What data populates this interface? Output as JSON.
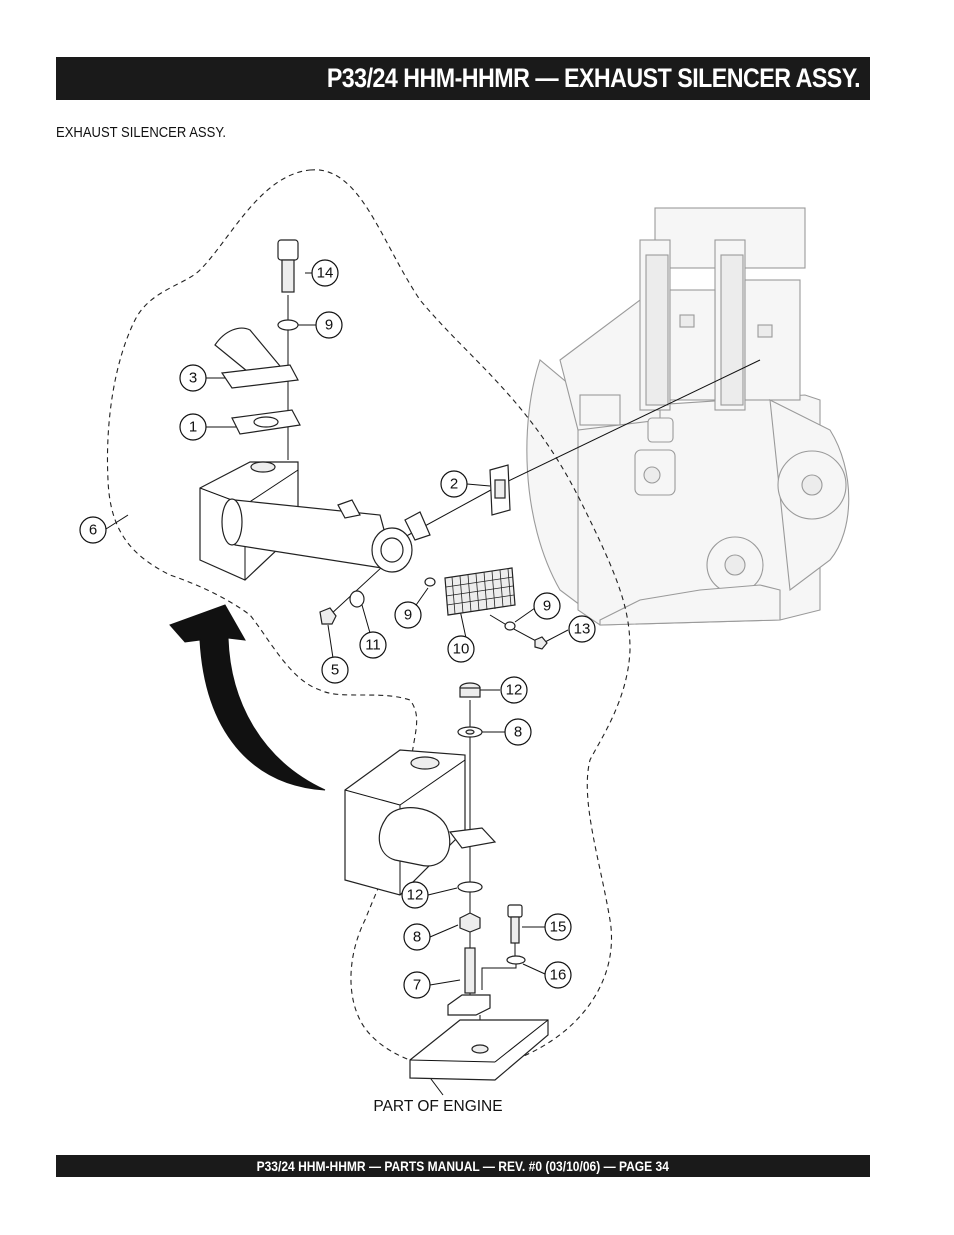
{
  "header": {
    "title": "P33/24 HHM-HHMR — EXHAUST SILENCER ASSY."
  },
  "section": {
    "subtitle": "EXHAUST SILENCER ASSY."
  },
  "diagram": {
    "base_label": "PART OF ENGINE",
    "callouts": {
      "c14": "14",
      "c9a": "9",
      "c3": "3",
      "c1": "1",
      "c2": "2",
      "c6": "6",
      "c9b": "9",
      "c9c": "9",
      "c13": "13",
      "c10": "10",
      "c11": "11",
      "c5": "5",
      "c12a": "12",
      "c8a": "8",
      "c12b": "12",
      "c8b": "8",
      "c15": "15",
      "c7": "7",
      "c16": "16"
    }
  },
  "footer": {
    "text": "P33/24 HHM-HHMR — PARTS MANUAL — REV. #0 (03/10/06) — PAGE 34"
  }
}
